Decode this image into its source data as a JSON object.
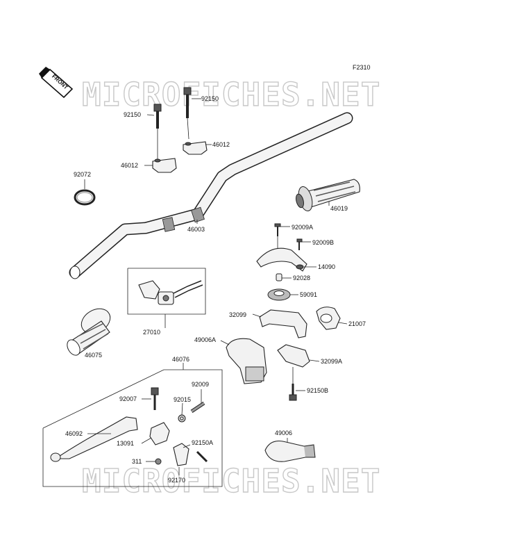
{
  "figure_code": "F2310",
  "watermark": "MICROFICHES.NET",
  "front_label": "FRONT",
  "labels": {
    "p92150_left": "92150",
    "p92150_right": "92150",
    "p46012_right": "46012",
    "p46012_left": "46012",
    "p92072": "92072",
    "p46019": "46019",
    "p46003": "46003",
    "p92009A": "92009A",
    "p92009B": "92009B",
    "p14090": "14090",
    "p92028": "92028",
    "p59091": "59091",
    "p32099": "32099",
    "p21007": "21007",
    "p27010": "27010",
    "p49006A": "49006A",
    "p32099A": "32099A",
    "p46075": "46075",
    "p46076": "46076",
    "p92009": "92009",
    "p92007": "92007",
    "p92015": "92015",
    "p92150B": "92150B",
    "p46092": "46092",
    "p13091": "13091",
    "p92150A": "92150A",
    "p311": "311",
    "p92170": "92170",
    "p49006": "49006"
  }
}
